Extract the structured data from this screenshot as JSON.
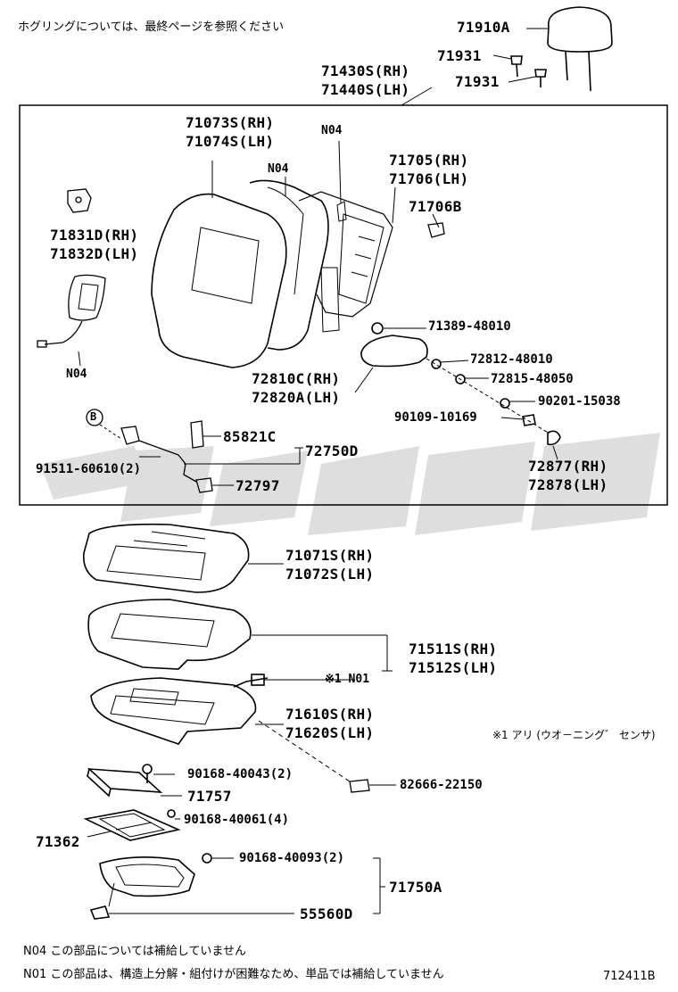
{
  "header_note": "ホグリングについては、最終ページを参照ください",
  "parts": {
    "headrest": "71910A",
    "guide_1": "71931",
    "guide_2": "71931",
    "back_assy_rh": "71430S(RH)",
    "back_assy_lh": "71440S(LH)",
    "back_cover_rh": "71073S(RH)",
    "back_cover_lh": "71074S(LH)",
    "n04_top": "N04",
    "n04_mid": "N04",
    "back_frame_rh": "71705(RH)",
    "back_frame_lh": "71706(LH)",
    "frame_sub": "71706B",
    "bracket_rh": "71831D(RH)",
    "bracket_lh": "71832D(LH)",
    "n04_left": "N04",
    "cap": "71389-48010",
    "armrest_rh": "72810C(RH)",
    "armrest_lh": "72820A(LH)",
    "washer": "72812-48010",
    "bushing": "72815-48050",
    "screw_a": "90201-15038",
    "bolt_a": "90109-10169",
    "cover_rh": "72877(RH)",
    "cover_lh": "72878(LH)",
    "b_marker": "B",
    "clip_bolt": "91511-60610(2)",
    "lock_cable": "85821C",
    "cable_assy": "72750D",
    "clip": "72797",
    "cushion_cover_rh": "71071S(RH)",
    "cushion_cover_lh": "71072S(LH)",
    "cushion_pad_rh": "71511S(RH)",
    "cushion_pad_lh": "71512S(LH)",
    "sensor_mark": "※1 N01",
    "cushion_frame_rh": "71610S(RH)",
    "cushion_frame_lh": "71620S(LH)",
    "sensor_note": "※1 アリ (ウオ－ニング゛ センサ)",
    "screw_b": "90168-40043(2)",
    "tray_cover": "71757",
    "sensor_unit": "82666-22150",
    "screw_c": "90168-40061(4)",
    "tray_frame": "71362",
    "screw_d": "90168-40093(2)",
    "tray_assy": "71750A",
    "rivet": "55560D"
  },
  "footnotes": {
    "n04": "N04 この部品については補給していません",
    "n01": "N01 この部品は、構造上分解・組付けが困難なため、単品では補給していません"
  },
  "figure_id": "712411B",
  "colors": {
    "line": "#000000",
    "watermark": "#d4d4d4"
  }
}
